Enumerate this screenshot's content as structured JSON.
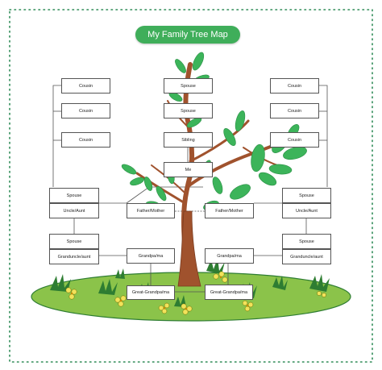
{
  "title": "My Family Tree Map",
  "colors": {
    "border": "#2e8b57",
    "title_bg": "#3fae5a",
    "leaf": "#3cb45a",
    "leaf_dark": "#2a8f45",
    "trunk": "#a0522d",
    "ground": "#8bc34a",
    "ground_edge": "#2e7d32",
    "flower": "#f2e25a"
  },
  "boxes": {
    "cousin_left_1": "Cousin",
    "cousin_left_2": "Cousin",
    "cousin_left_3": "Cousin",
    "cousin_right_1": "Cousin",
    "cousin_right_2": "Cousin",
    "cousin_right_3": "Cousin",
    "spouse_top_1": "Spouse",
    "spouse_top_2": "Spouse",
    "sibling": "Sibling",
    "me": "Me",
    "spouse_left": "Spouse",
    "uncle_left": "Uncle/Aunt",
    "father_mother_left": "Father/Mother",
    "father_mother_right": "Father/Mother",
    "spouse_right": "Spouse",
    "uncle_right": "Uncle/Aunt",
    "spouse_left_2": "Spouse",
    "granduncle_left": "Granduncle/aunt",
    "grandparent_left": "Grandpa/ma",
    "grandparent_right": "Grandpa/ma",
    "spouse_right_2": "Spouse",
    "granduncle_right": "Granduncle/aunt",
    "great_grandparent_left": "Great-Grandpa/ma",
    "great_grandparent_right": "Great-Grandpa/ma"
  }
}
